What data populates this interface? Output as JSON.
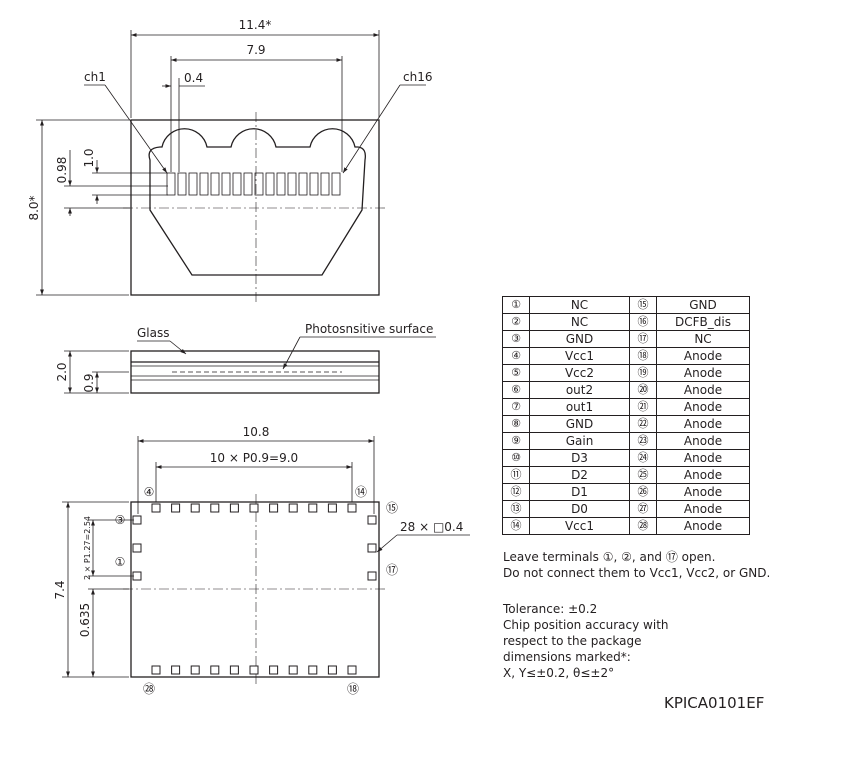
{
  "top_view": {
    "dim_width": "11.4*",
    "dim_active_width": "7.9",
    "dim_pitch": "0.4",
    "label_ch1": "ch1",
    "label_ch16": "ch16",
    "dim_height": "8.0*",
    "dim_098": "0.98",
    "dim_10": "1.0"
  },
  "side_view": {
    "label_glass": "Glass",
    "label_photosensitive": "Photosnsitive surface",
    "dim_20": "2.0",
    "dim_09": "0.9"
  },
  "bottom_view": {
    "dim_108": "10.8",
    "dim_pitch_row": "10 × P0.9=9.0",
    "dim_74": "7.4",
    "dim_0635": "0.635",
    "dim_side_pitch": "2 × P1.27=2.54",
    "pad_count_label": "28 × □0.4",
    "pin_labels": [
      "④",
      "⑭",
      "⑮",
      "③",
      "①",
      "⑰",
      "㉘",
      "⑱"
    ]
  },
  "pin_table": {
    "rows": [
      [
        "①",
        "NC",
        "⑮",
        "GND"
      ],
      [
        "②",
        "NC",
        "⑯",
        "DCFB_dis"
      ],
      [
        "③",
        "GND",
        "⑰",
        "NC"
      ],
      [
        "④",
        "Vcc1",
        "⑱",
        "Anode"
      ],
      [
        "⑤",
        "Vcc2",
        "⑲",
        "Anode"
      ],
      [
        "⑥",
        "out2",
        "⑳",
        "Anode"
      ],
      [
        "⑦",
        "out1",
        "㉑",
        "Anode"
      ],
      [
        "⑧",
        "GND",
        "㉒",
        "Anode"
      ],
      [
        "⑨",
        "Gain",
        "㉓",
        "Anode"
      ],
      [
        "⑩",
        "D3",
        "㉔",
        "Anode"
      ],
      [
        "⑪",
        "D2",
        "㉕",
        "Anode"
      ],
      [
        "⑫",
        "D1",
        "㉖",
        "Anode"
      ],
      [
        "⑬",
        "D0",
        "㉗",
        "Anode"
      ],
      [
        "⑭",
        "Vcc1",
        "㉘",
        "Anode"
      ]
    ]
  },
  "notes": {
    "line1": "Leave terminals ①, ②, and ⑰ open.",
    "line2": "Do not connect them to Vcc1, Vcc2, or GND."
  },
  "tolerance": {
    "line1": "Tolerance: ±0.2",
    "line2": "Chip position accuracy with",
    "line3": "respect to the package",
    "line4": "dimensions marked*:",
    "line5": "X, Y≤±0.2, θ≤±2°"
  },
  "drawing_code": "KPICA0101EF"
}
